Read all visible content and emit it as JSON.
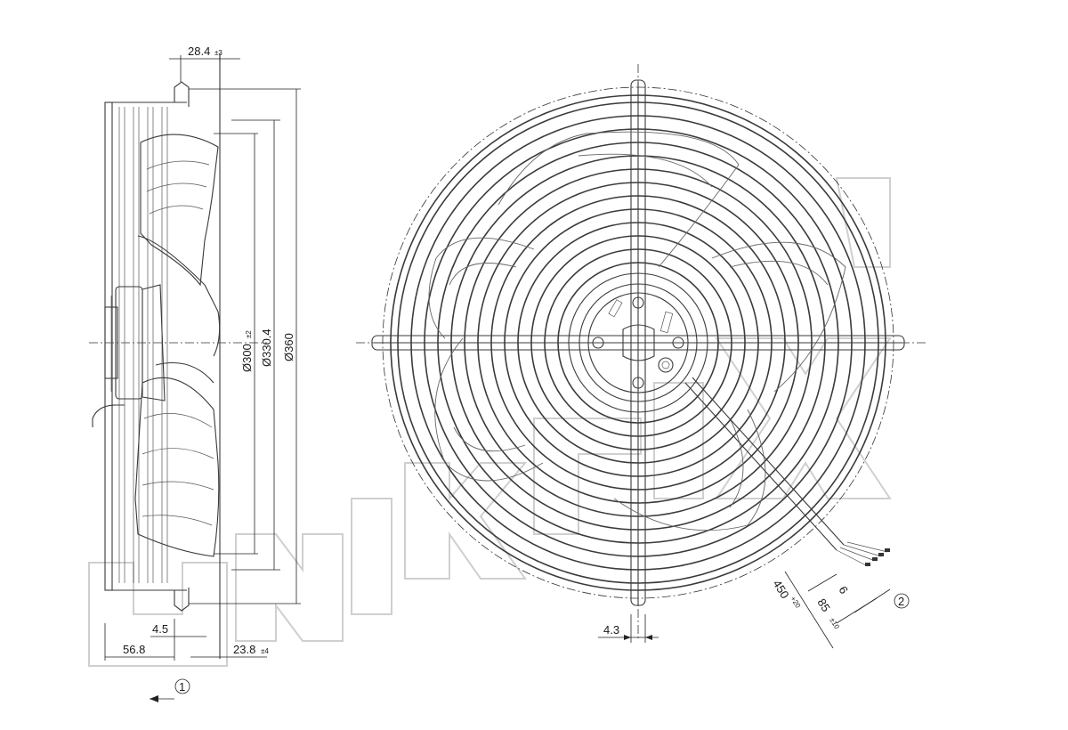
{
  "dimensions": {
    "top_offset": {
      "value": "28.4",
      "tol": "±3"
    },
    "dia_300": {
      "value": "Ø300",
      "tol": "±2"
    },
    "dia_330": {
      "value": "Ø330.4",
      "tol": ""
    },
    "dia_360": {
      "value": "Ø360",
      "tol": ""
    },
    "flange_4_5": {
      "value": "4.5"
    },
    "depth_56_8": {
      "value": "56.8"
    },
    "offset_23_8": {
      "value": "23.8",
      "tol": "±4"
    },
    "wire_4_3": {
      "value": "4.3"
    },
    "cable_450": {
      "value": "450",
      "tol": "+20"
    },
    "cable_85": {
      "value": "85",
      "tol": "±10"
    },
    "cable_6": {
      "value": "6"
    }
  },
  "callouts": {
    "airflow": "1",
    "cable_end": "2"
  },
  "watermark": {
    "present": true,
    "color": "#cfcfcf"
  },
  "colors": {
    "line": "#3a3a3a",
    "text": "#1a1a1a",
    "background": "#ffffff"
  }
}
